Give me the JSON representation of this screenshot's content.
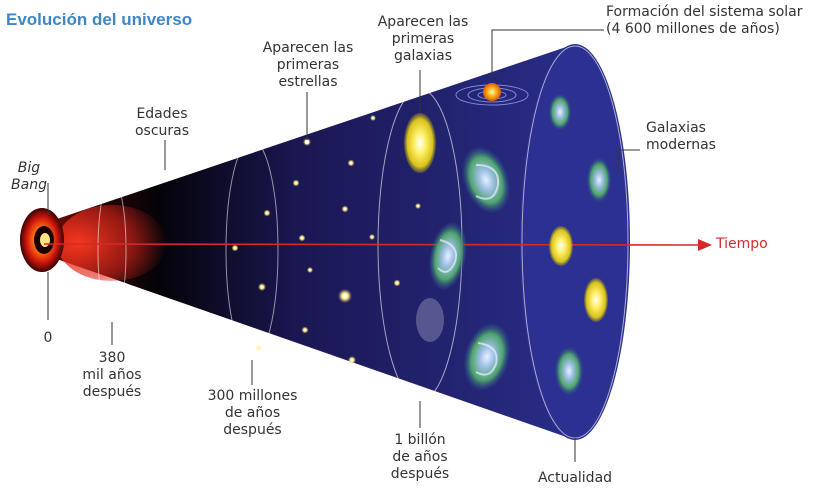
{
  "title": "Evolución del universo",
  "labels": {
    "big_bang": "Big Bang",
    "edades_oscuras": "Edades\noscuras",
    "primeras_estrellas": "Aparecen las\nprimeras\nestrellas",
    "primeras_galaxias": "Aparecen las\nprimeras\ngalaxias",
    "sistema_solar": "Formación del sistema solar\n(4 600 millones de años)",
    "galaxias_modernas": "Galaxias\nmodernas",
    "tiempo": "Tiempo",
    "t0": "0",
    "t380": "380\nmil años\ndespués",
    "t300m": "300 millones\nde años\ndespués",
    "t1b": "1 billón\nde años\ndespués",
    "actualidad": "Actualidad"
  },
  "colors": {
    "title": "#3f86c6",
    "arrow": "#d62a2a",
    "cone_far": "#2a2f8a",
    "cone_near": "#000000",
    "big_bang": "#e0261c"
  },
  "icons": [
    "star-icon",
    "galaxy-icon",
    "solar-system-icon",
    "big-bang-icon"
  ]
}
